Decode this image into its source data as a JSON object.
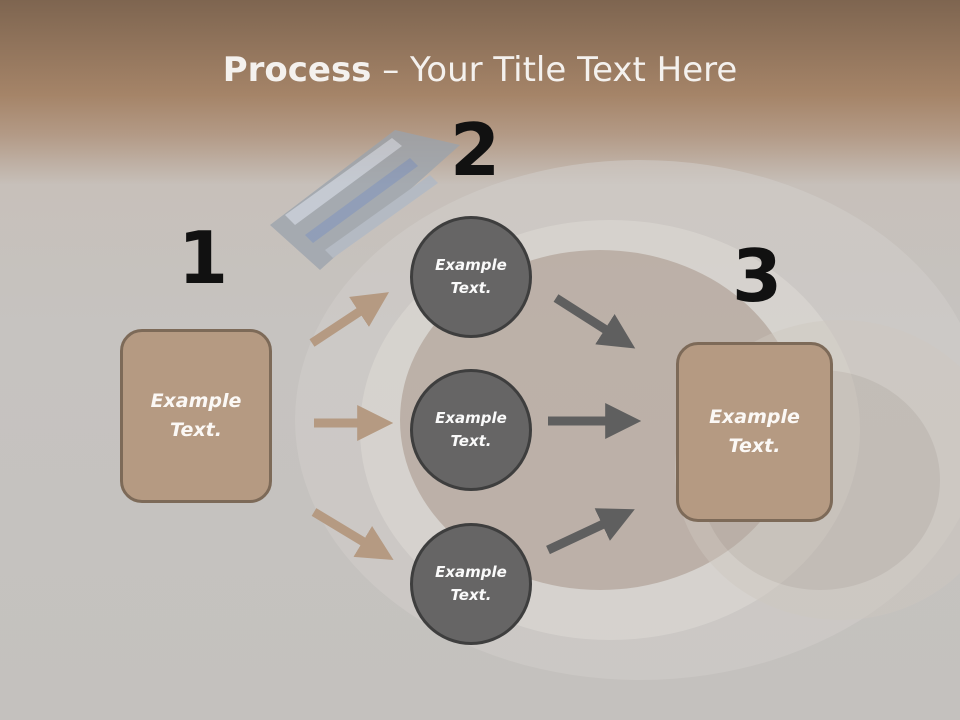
{
  "title": {
    "bold": "Process",
    "rest": " – Your Title Text Here"
  },
  "steps": {
    "one": "1",
    "two": "2",
    "three": "3"
  },
  "nodes": {
    "left_box": "Example\nText.",
    "circle_top": "Example\nText.",
    "circle_mid": "Example\nText.",
    "circle_bottom": "Example\nText.",
    "right_box": "Example\nText."
  },
  "colors": {
    "box_fill": "#b59a82",
    "circle_fill": "#666565",
    "arrow_tan": "#b59a82",
    "arrow_gray": "#5f5f5f"
  }
}
